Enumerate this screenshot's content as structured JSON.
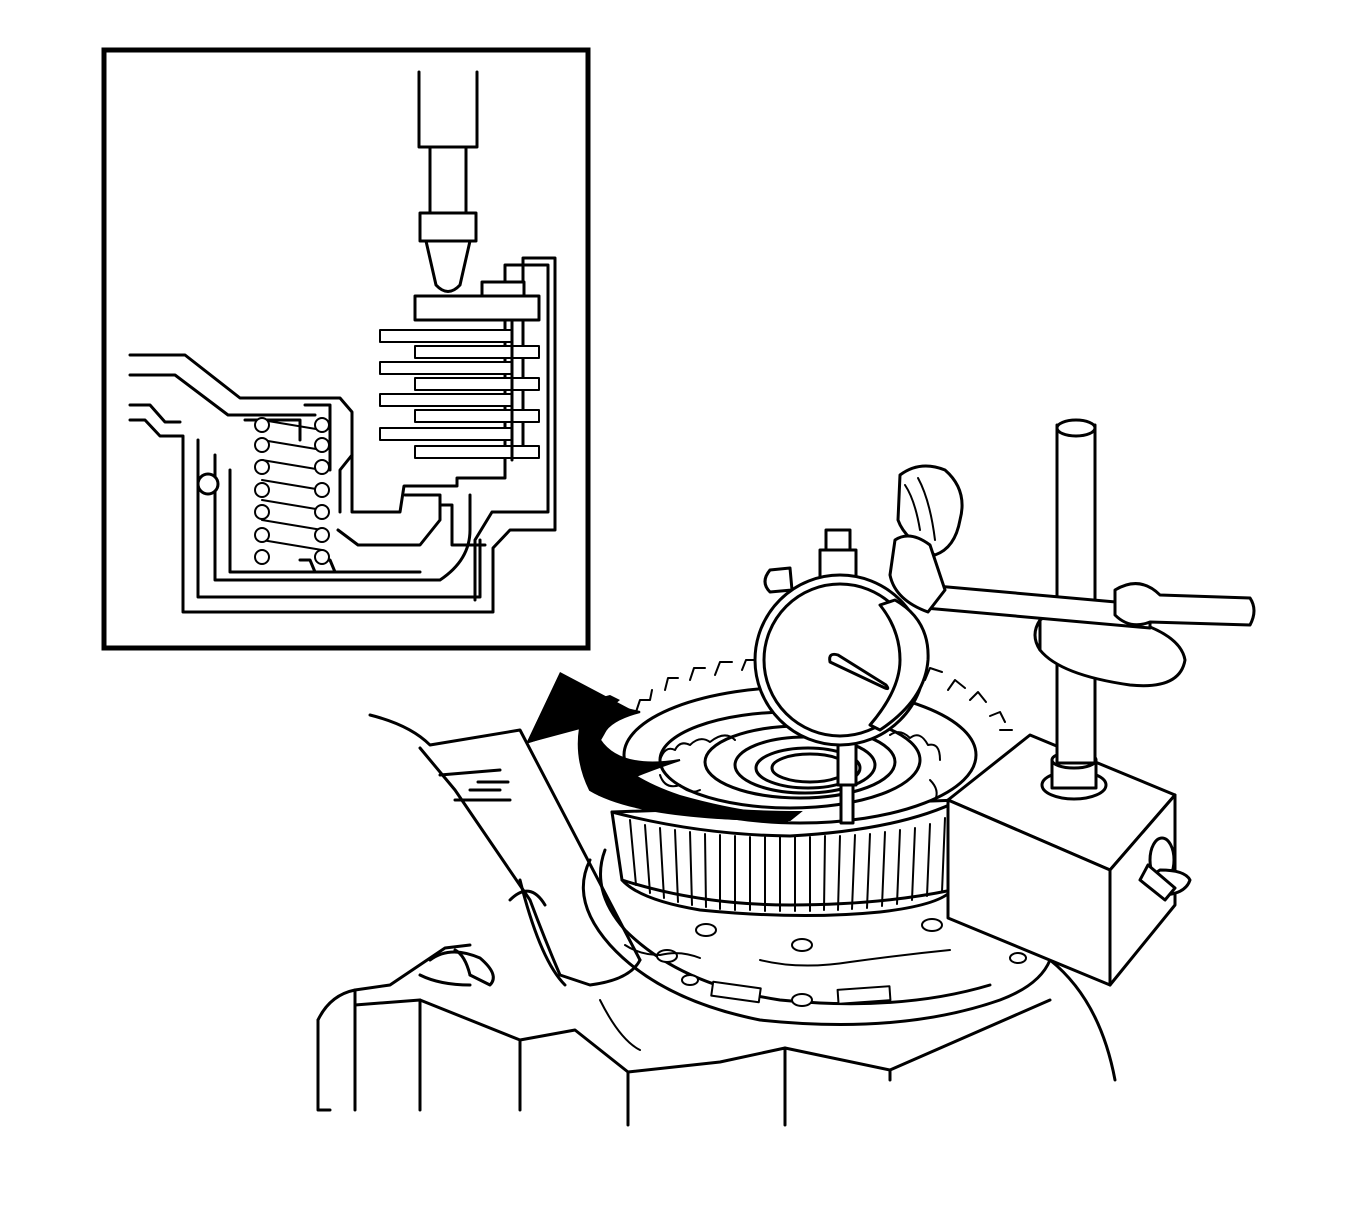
{
  "figure": {
    "inset": {
      "components": [
        "dial-indicator-probe",
        "clutch-plate-stack",
        "piston-return-springs",
        "clutch-housing",
        "seal-ring"
      ]
    },
    "main_view": {
      "components": [
        "dial-indicator",
        "magnetic-base-stand",
        "clutch-drum",
        "rotation-arrow",
        "transmission-case",
        "hand"
      ]
    },
    "colors": {
      "line": "#000000",
      "background": "#ffffff"
    }
  }
}
